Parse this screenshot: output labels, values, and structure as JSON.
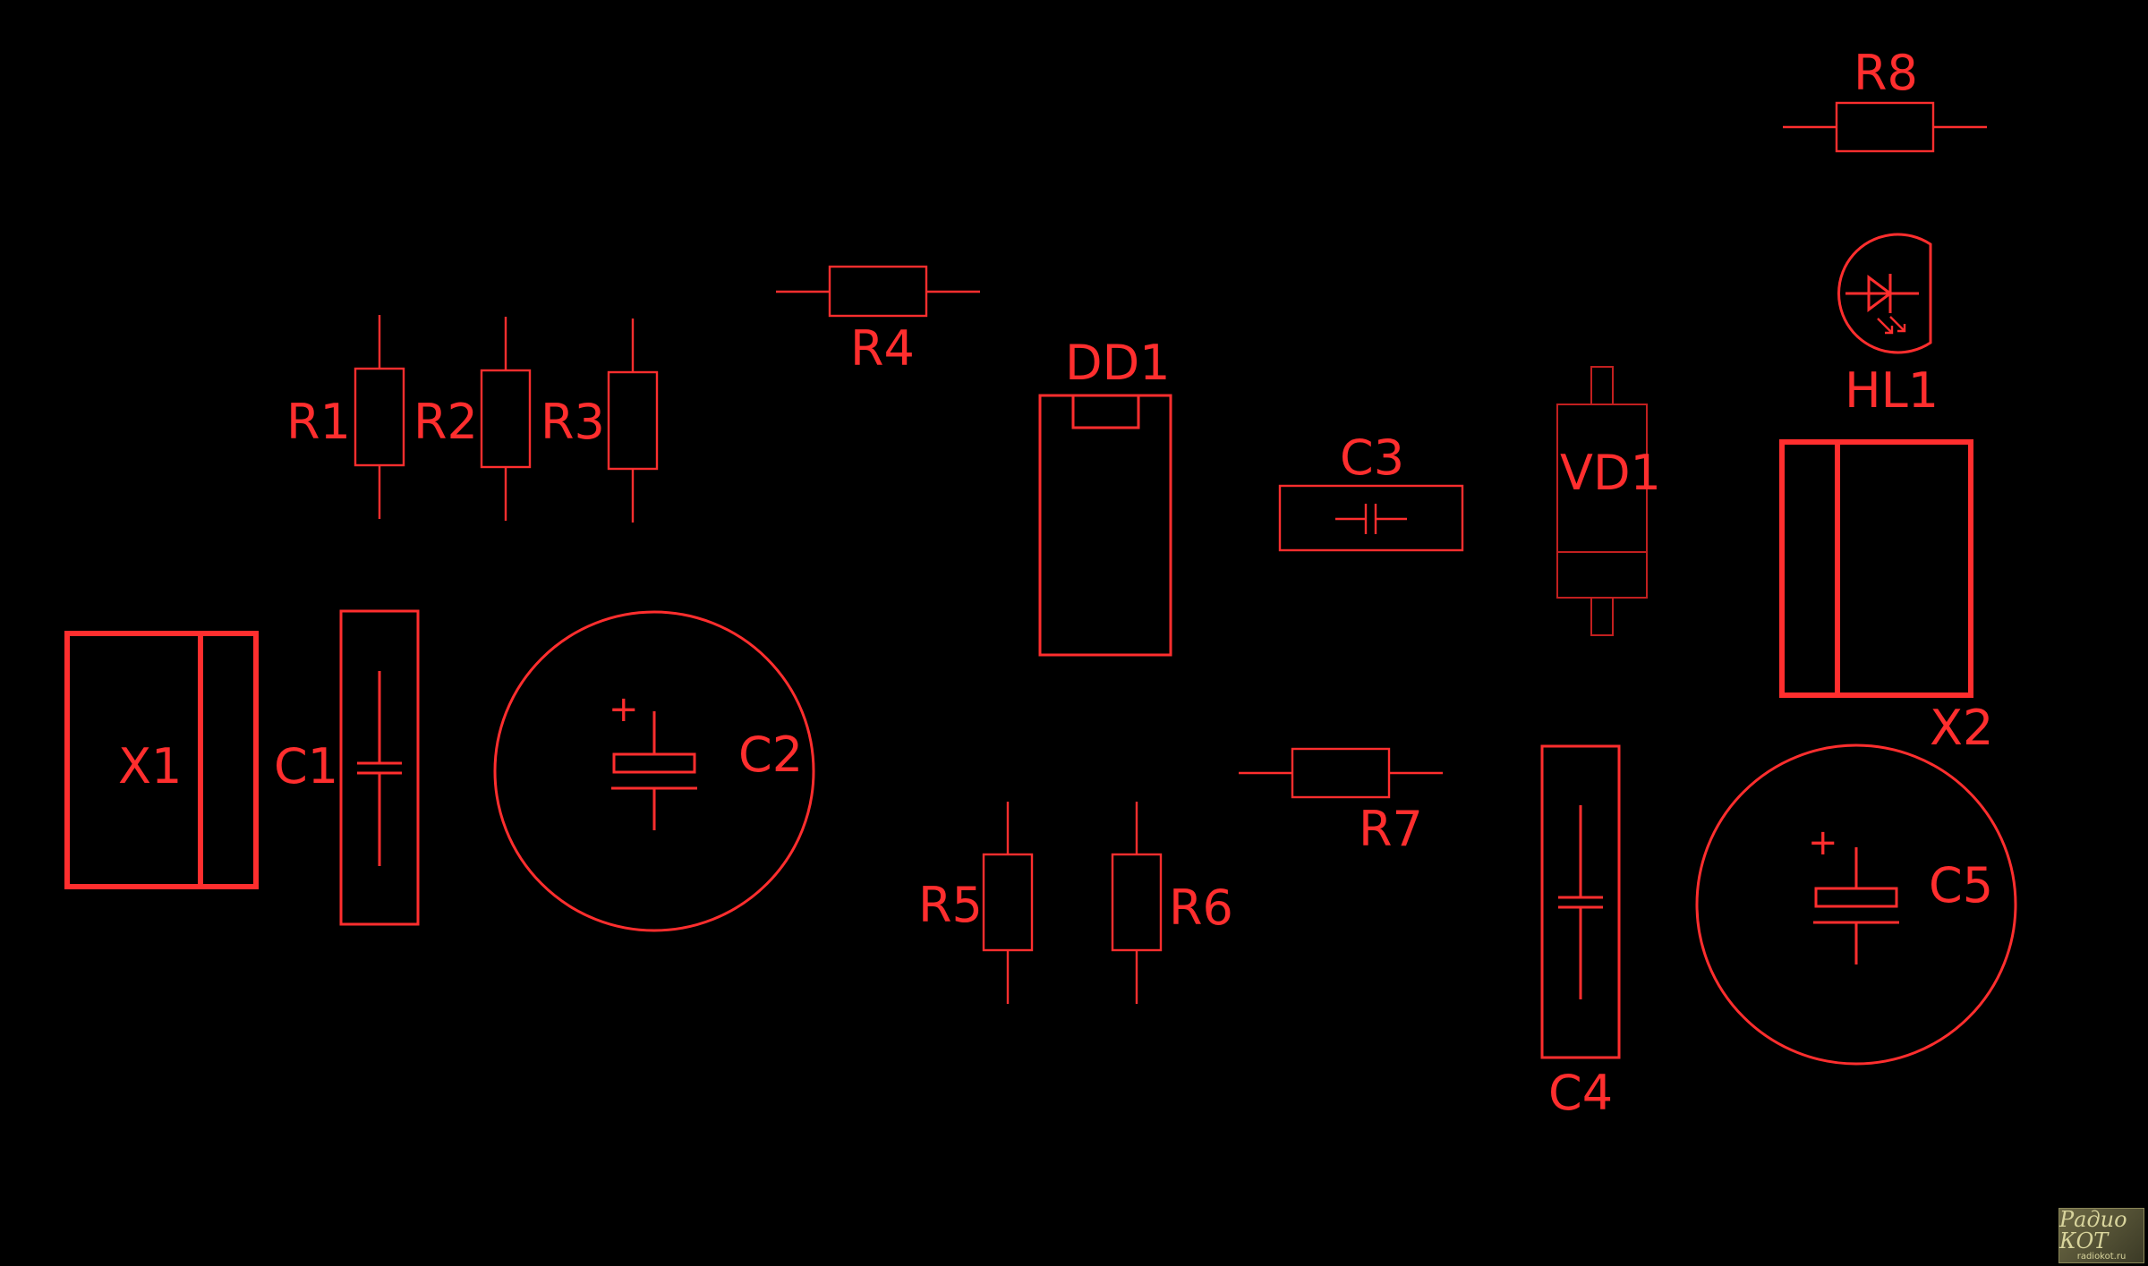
{
  "colors": {
    "outline": "#ff2e2e",
    "background": "#000000"
  },
  "components": {
    "x1": "X1",
    "c1": "C1",
    "c2": "C2",
    "r1": "R1",
    "r2": "R2",
    "r3": "R3",
    "r4": "R4",
    "dd1": "DD1",
    "c3": "C3",
    "vd1": "VD1",
    "r8": "R8",
    "hl1": "HL1",
    "x2": "X2",
    "r7": "R7",
    "r5": "R5",
    "r6": "R6",
    "c4": "C4",
    "c5": "C5"
  },
  "polarity": {
    "c2": "+",
    "c5": "+"
  },
  "watermark": {
    "text": "Радио КОТ",
    "site": "radiokot.ru"
  }
}
